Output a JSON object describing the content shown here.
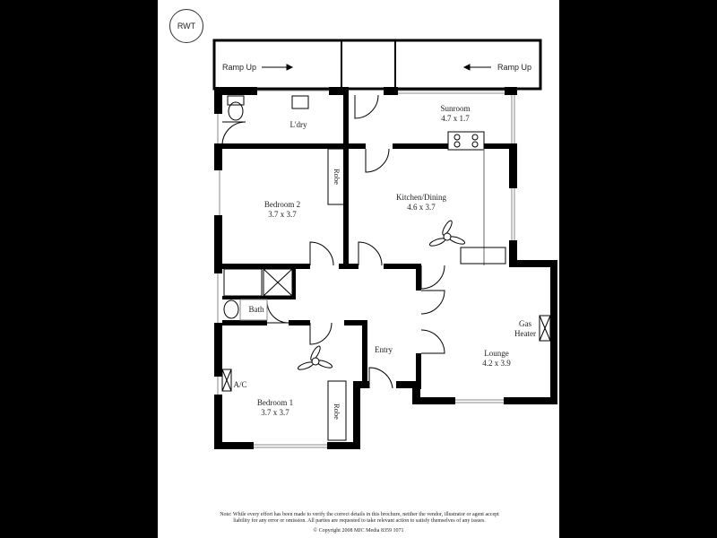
{
  "badge": "RWT",
  "ramps": {
    "left": "Ramp Up",
    "right": "Ramp Up"
  },
  "rooms": {
    "laundry": {
      "name": "L'dry"
    },
    "sunroom": {
      "name": "Sunroom",
      "dim": "4.7 x 1.7"
    },
    "bedroom2": {
      "name": "Bedroom 2",
      "dim": "3.7 x 3.7"
    },
    "kitchen": {
      "name": "Kitchen/Dining",
      "dim": "4.6 x 3.7"
    },
    "bath": {
      "name": "Bath"
    },
    "entry": {
      "name": "Entry"
    },
    "lounge": {
      "name": "Lounge",
      "dim": "4.2 x 3.9"
    },
    "bedroom1": {
      "name": "Bedroom 1",
      "dim": "3.7 x 3.7"
    }
  },
  "fixtures": {
    "robe_top": "Robe",
    "robe_bottom": "Robe",
    "gas_heater_line1": "Gas",
    "gas_heater_line2": "Heater",
    "ac": "A/C"
  },
  "footer": {
    "note": "Note:  While every effort has been made to verify the correct details in this brochure, neither the vendor, illustrator or agent accept liability for any error or omission.  All parties are requested to take relevant  action to satisfy themselves of any issues.",
    "copyright": "© Copyright 2008  MJC Media 8359 1071"
  }
}
